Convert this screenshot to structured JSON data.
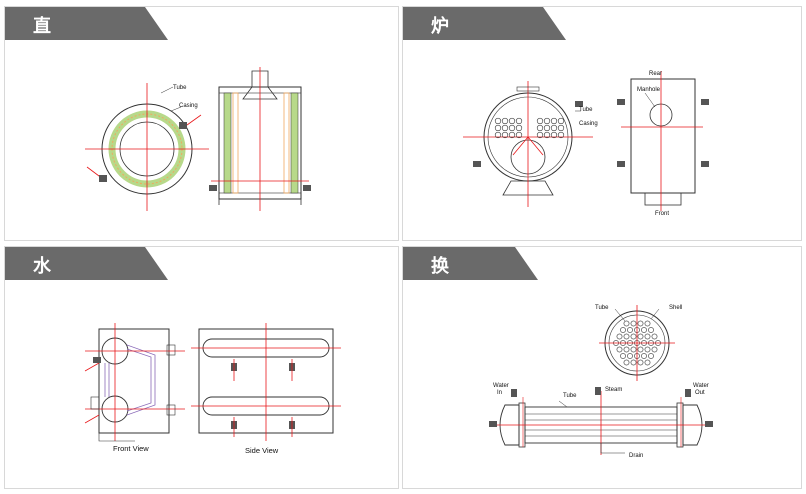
{
  "panels": [
    {
      "title": "直流锅炉",
      "labels": {
        "tube": "Tube",
        "casing": "Casing"
      }
    },
    {
      "title": "炉管锅炉",
      "labels": {
        "tube": "Tube",
        "casing": "Casing",
        "rear": "Rear",
        "manhole": "Manhole",
        "front": "Front"
      }
    },
    {
      "title": "水管锅炉",
      "labels": {
        "front_view": "Front View",
        "side_view": "Side View"
      }
    },
    {
      "title": "换热器",
      "labels": {
        "tube_top": "Tube",
        "shell": "Shell",
        "water_in_1": "Water",
        "water_in_2": "In",
        "tube_mid": "Tube",
        "steam": "Steam",
        "water_out_1": "Water",
        "water_out_2": "Out",
        "drain": "Drain"
      }
    }
  ],
  "colors": {
    "banner": "#6a6a6a",
    "red_axis": "#e8171a",
    "tube_green": "#b7d98a",
    "tube_orange": "#f0a860",
    "outline": "#333333"
  }
}
